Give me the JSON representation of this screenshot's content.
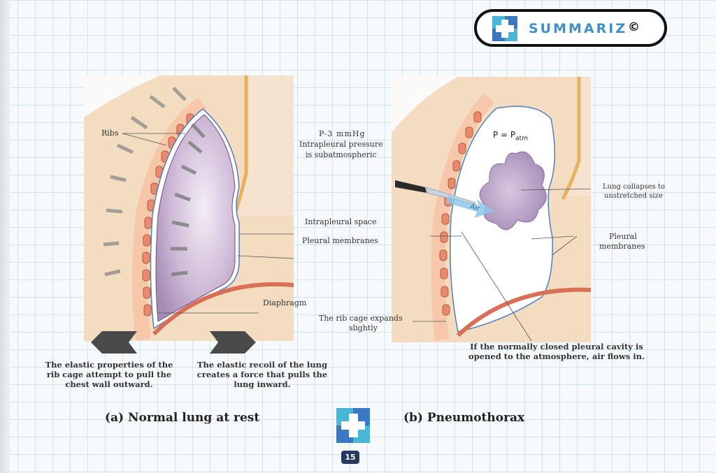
{
  "brand": {
    "name": "SUMMARIZ",
    "mark": "©"
  },
  "panel_a": {
    "labels": {
      "ribs": "Ribs",
      "pressure_value": "P-3 mmHg",
      "pressure_desc_1": "Intrapleural pressure",
      "pressure_desc_2": "is subatmospheric",
      "intrapleural_space": "Intrapleural space",
      "pleural_membranes": "Pleural membranes",
      "diaphragm": "Diaphragm"
    },
    "note_left": "The elastic properties of the\nrib cage attempt to pull the\nchest wall outward.",
    "note_right": "The elastic recoil of the lung\ncreates a force that pulls the\nlung inward.",
    "caption": "(a) Normal lung at rest"
  },
  "panel_b": {
    "labels": {
      "pressure_eq": "P = P",
      "pressure_sub": "atm",
      "air": "Air",
      "lung_collapses_1": "Lung collapses to",
      "lung_collapses_2": "unstretched size",
      "pleural_1": "Pleural",
      "pleural_2": "membranes",
      "rib_expands_1": "The rib cage expands",
      "rib_expands_2": "slightly"
    },
    "note": "If the normally closed pleural cavity is\nopened to the atmosphere, air flows in.",
    "caption": "(b) Pneumothorax"
  },
  "footer": {
    "page_number": "15"
  },
  "colors": {
    "accent": "#3f8fcf",
    "lung": "#c9b3d3",
    "tissue": "#f4dcc0",
    "rib": "#e98a6e",
    "page_badge": "#253a5e"
  }
}
